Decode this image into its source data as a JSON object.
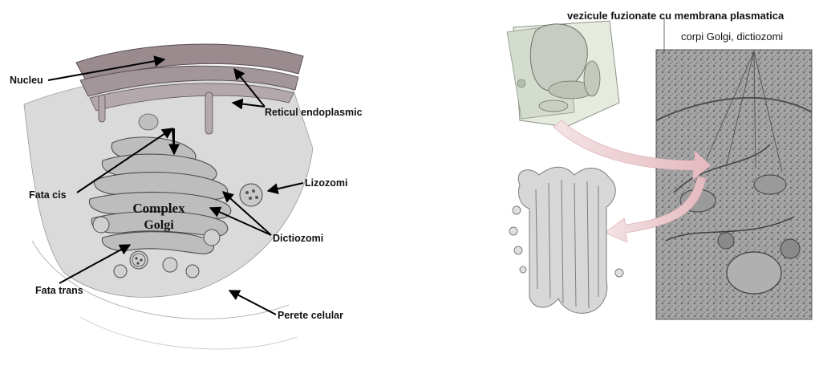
{
  "left_diagram": {
    "title_line1": "Complex",
    "title_line2": "Golgi",
    "labels": {
      "nucleu": "Nucleu",
      "reticul": "Reticul endoplasmic",
      "fata_cis": "Fata cis",
      "lizozomi": "Lizozomi",
      "dictiozomi": "Dictiozomi",
      "fata_trans": "Fata trans",
      "perete": "Perete celular"
    }
  },
  "right_diagram": {
    "labels": {
      "vezicule": "vezicule fuzionate cu membrana plasmatica",
      "corpi": "corpi Golgi, dictiozomi"
    }
  },
  "colors": {
    "ink": "#111111",
    "tissue": "#d9d9d9",
    "tissue_dark": "#9a9a9a",
    "er": "#8a7a7e",
    "cell_green": "#c9d3c3",
    "pink_arrow": "#e8c8cc",
    "micrograph": "#a9a9a9"
  }
}
